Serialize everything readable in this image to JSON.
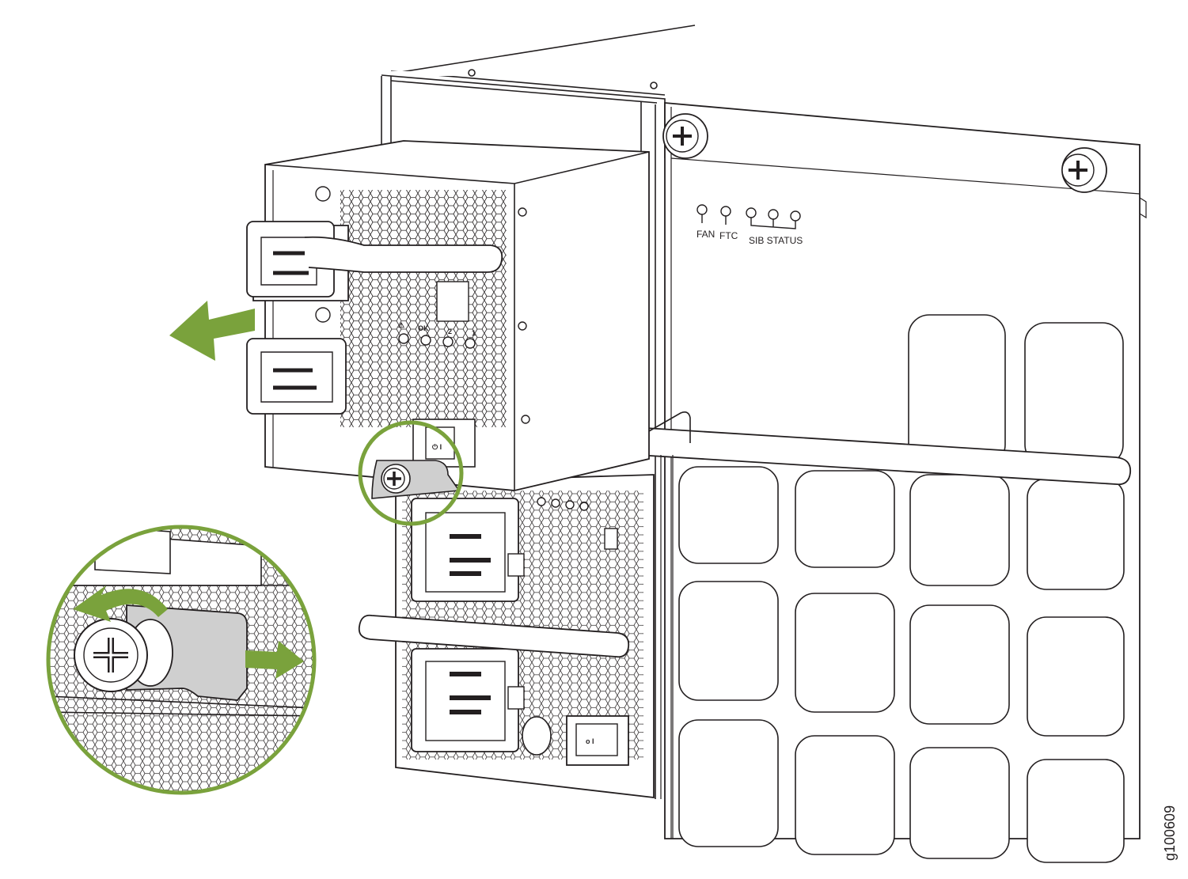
{
  "colors": {
    "accent": "#7aa23c",
    "line": "#231f20",
    "chassis_fill": "#ffffff",
    "tab_fill": "#cfcfcf"
  },
  "fan_tray": {
    "led_labels": {
      "fan": "FAN",
      "ftc": "FTC",
      "sib_status": "SIB STATUS"
    }
  },
  "psu_upper": {
    "led_labels": {
      "warning": "⚠",
      "ok": "OK",
      "input_2": "2",
      "input_1": "1"
    },
    "switch_label": "⏻ I"
  },
  "psu_lower": {
    "switch_label": "o I"
  },
  "figure_id": "g100609",
  "icons": [
    "removal-arrow-icon",
    "rotate-arrow-icon",
    "pull-arrow-icon",
    "captive-screw-icon"
  ]
}
